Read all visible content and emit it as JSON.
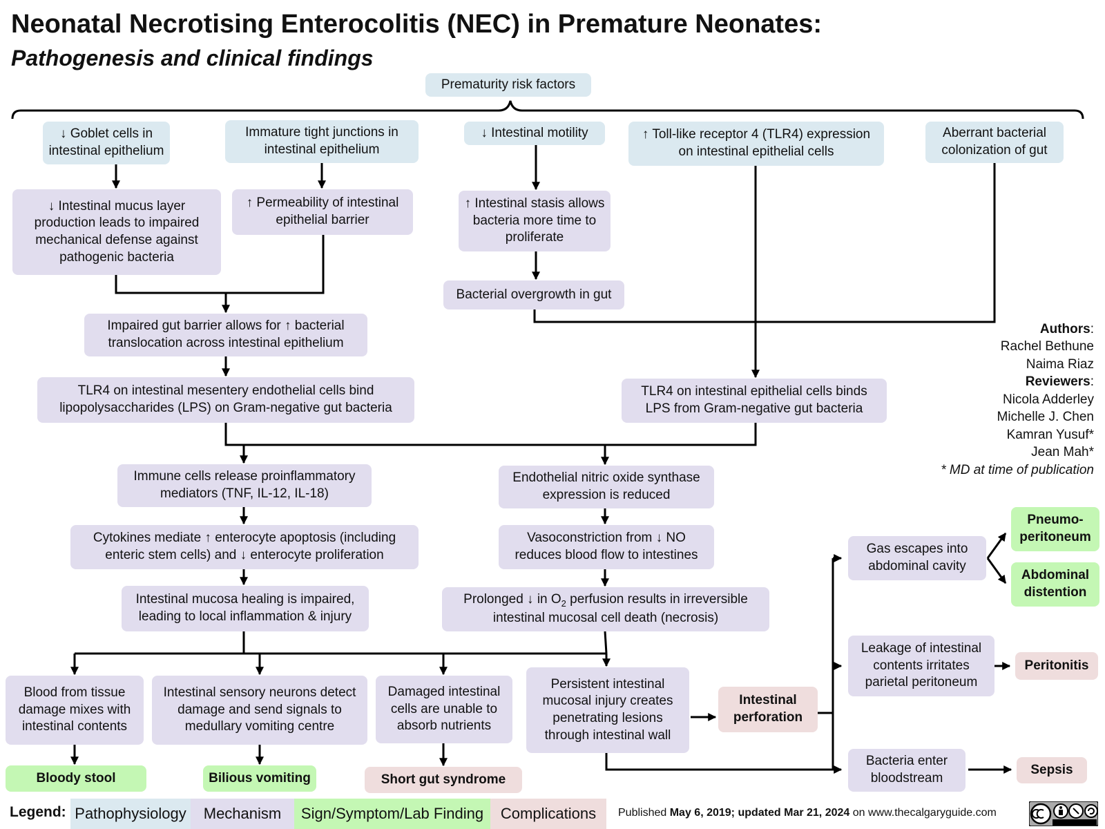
{
  "header": {
    "title": "Neonatal Necrotising Enterocolitis (NEC) in Premature Neonates:",
    "subtitle": "Pathogenesis and clinical findings"
  },
  "nodes": {
    "risk_factors": "Prematurity risk factors",
    "goblet": "↓ Goblet cells in intestinal epithelium",
    "tight_junctions": "Immature tight junctions in intestinal epithelium",
    "motility": "↓ Intestinal motility",
    "tlr4_expression": "↑ Toll-like receptor 4 (TLR4) expression on intestinal epithelial cells",
    "colonization": "Aberrant bacterial colonization of gut",
    "mucus": "↓ Intestinal mucus layer production leads to impaired mechanical defense against pathogenic bacteria",
    "permeability": "↑ Permeability of intestinal epithelial barrier",
    "stasis": "↑ Intestinal stasis allows bacteria more time to proliferate",
    "overgrowth": "Bacterial overgrowth in gut",
    "barrier": "Impaired gut barrier allows for ↑ bacterial translocation across intestinal epithelium",
    "tlr4_mesentery": "TLR4 on intestinal mesentery endothelial cells bind lipopolysaccharides (LPS) on Gram-negative gut bacteria",
    "tlr4_epithelial": "TLR4 on intestinal epithelial cells binds LPS from Gram-negative gut bacteria",
    "immune": "Immune cells release proinflammatory mediators (TNF, IL-12, IL-18)",
    "nos": "Endothelial nitric oxide synthase expression is reduced",
    "cytokines": "Cytokines mediate ↑ enterocyte apoptosis (including enteric stem cells) and ↓ enterocyte proliferation",
    "vasoconstriction": "Vasoconstriction from ↓ NO reduces blood flow to intestines",
    "healing": "Intestinal mucosa healing is impaired, leading to local inflammation & injury",
    "necrosis_a": "Prolonged ↓  in O",
    "necrosis_sub": "2",
    "necrosis_b": " perfusion results in irreversible intestinal mucosal cell death (necrosis)",
    "blood": "Blood from tissue damage mixes with intestinal contents",
    "sensory": "Intestinal sensory neurons detect damage and send signals to medullary vomiting centre",
    "damaged": "Damaged intestinal cells are unable to absorb nutrients",
    "persistent": "Persistent intestinal mucosal injury creates penetrating lesions through intestinal wall",
    "perforation": "Intestinal perforation",
    "gas": "Gas escapes into abdominal cavity",
    "leakage": "Leakage of intestinal contents irritates parietal peritoneum",
    "bacteria_blood": "Bacteria enter bloodstream",
    "pneumo": "Pneumo-peritoneum",
    "distention": "Abdominal distention",
    "peritonitis": "Peritonitis",
    "sepsis": "Sepsis",
    "bloody_stool": "Bloody stool",
    "bilious": "Bilious vomiting",
    "short_gut": "Short gut syndrome"
  },
  "authors": {
    "authors_label": "Authors",
    "author_1": "Rachel Bethune",
    "author_2": "Naima Riaz",
    "reviewers_label": "Reviewers",
    "reviewer_1": "Nicola Adderley",
    "reviewer_2": "Michelle J. Chen",
    "reviewer_3": "Kamran Yusuf*",
    "reviewer_4": "Jean Mah*",
    "note": "* MD at time of publication"
  },
  "legend": {
    "title": "Legend:",
    "pathophysiology": "Pathophysiology",
    "mechanism": "Mechanism",
    "sign": "Sign/Symptom/Lab Finding",
    "complications": "Complications"
  },
  "footer": {
    "published_prefix": "Published ",
    "published_date": "May 6, 2019; updated Mar 21, 2024",
    "published_suffix": " on www.thecalgaryguide.com"
  },
  "colors": {
    "pathophysiology": "#dbe9f0",
    "mechanism": "#e1ddee",
    "sign": "#c4f7b4",
    "complications": "#efdddd"
  },
  "icons": {
    "license": "creative-commons-by-nc-sa-icon"
  }
}
